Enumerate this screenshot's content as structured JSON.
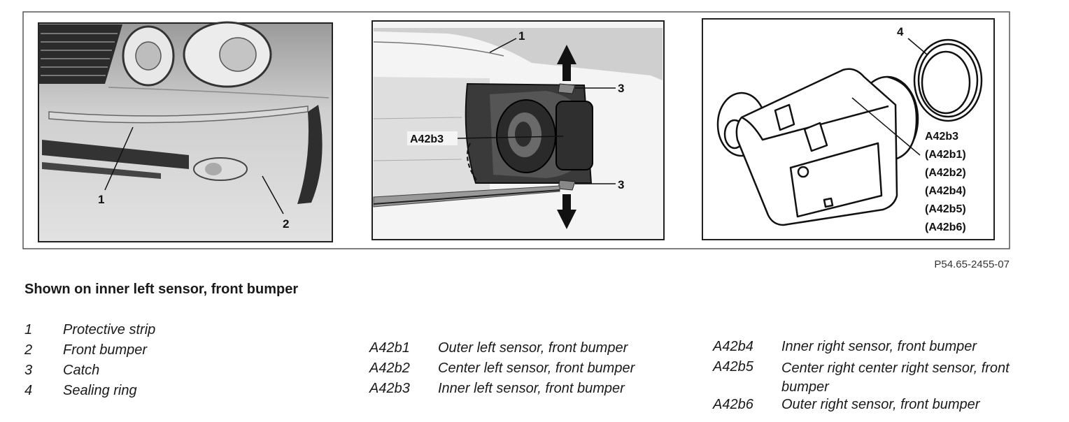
{
  "figure": {
    "part_number": "P54.65-2455-07",
    "panel1": {
      "callout_1": "1",
      "callout_2": "2"
    },
    "panel2": {
      "callout_1": "1",
      "callout_3a": "3",
      "callout_3b": "3",
      "sensor_label": "A42b3"
    },
    "panel3": {
      "callout_4": "4",
      "labels": [
        "A42b3",
        "(A42b1)",
        "(A42b2)",
        "(A42b4)",
        "(A42b5)",
        "(A42b6)"
      ]
    }
  },
  "caption": "Shown on inner left sensor, front bumper",
  "legend": {
    "col1": [
      {
        "code": "1",
        "desc": "Protective strip"
      },
      {
        "code": "2",
        "desc": "Front bumper"
      },
      {
        "code": "3",
        "desc": "Catch"
      },
      {
        "code": "4",
        "desc": "Sealing ring"
      }
    ],
    "col2": [
      {
        "code": "A42b1",
        "desc": "Outer left sensor, front bumper"
      },
      {
        "code": "A42b2",
        "desc": "Center left sensor, front bumper"
      },
      {
        "code": "A42b3",
        "desc": "Inner left sensor, front bumper"
      }
    ],
    "col3": [
      {
        "code": "A42b4",
        "desc": "Inner right sensor, front bumper"
      },
      {
        "code": "A42b5",
        "desc": "Center right center right sensor, front bumper"
      },
      {
        "code": "A42b6",
        "desc": "Outer right sensor, front bumper"
      }
    ]
  }
}
